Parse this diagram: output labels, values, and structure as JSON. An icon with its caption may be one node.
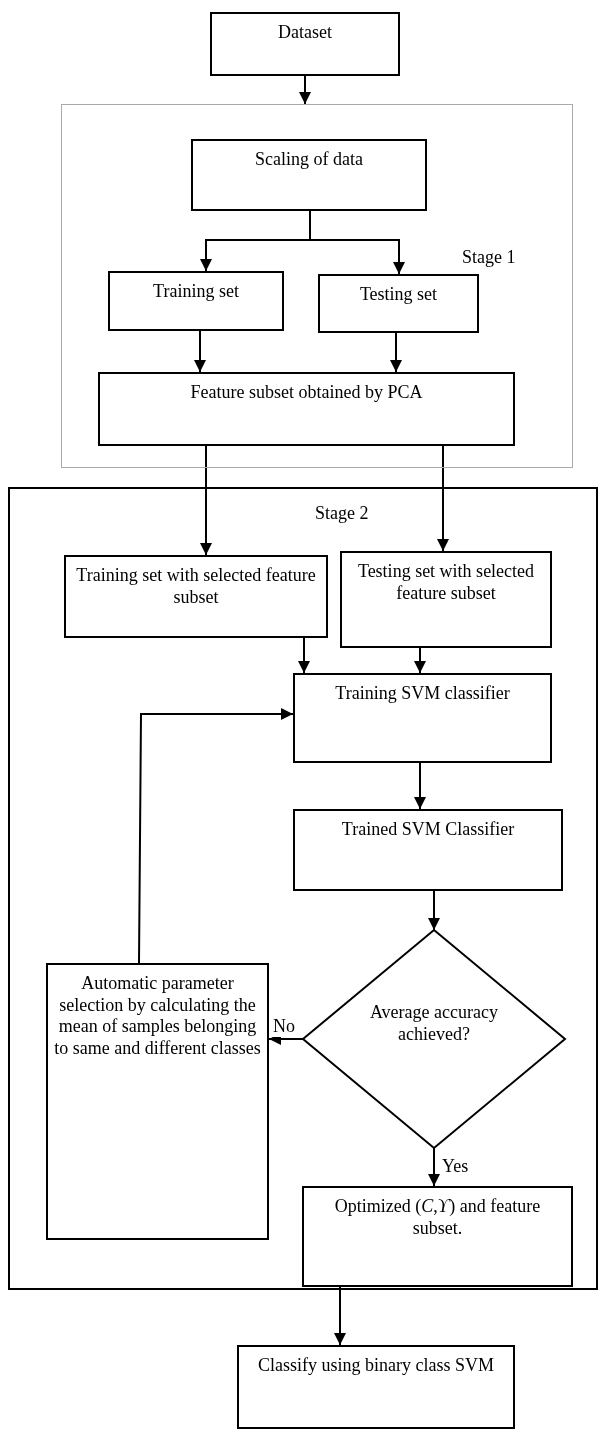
{
  "diagram": {
    "nodes": [
      {
        "text": [
          "Dataset"
        ]
      },
      {
        "text": [
          "Stage 1"
        ]
      },
      {
        "text": [
          "Scaling of data"
        ],
        "in": 1
      },
      {
        "text": [
          "Training set"
        ],
        "in": 1
      },
      {
        "text": [
          "Testing set"
        ],
        "in": 1
      },
      {
        "text": [
          "Feature subset obtained by PCA"
        ],
        "in": 1
      },
      {
        "text": [
          "Stage 2"
        ]
      },
      {
        "text": [
          "Training set with selected feature subset"
        ],
        "in": 6
      },
      {
        "text": [
          "Testing set with selected feature subset"
        ],
        "in": 6
      },
      {
        "text": [
          "Training SVM classifier"
        ],
        "in": 6
      },
      {
        "text": [
          "Trained SVM Classifier"
        ],
        "in": 6
      },
      {
        "text": [
          "Average accuracy achieved?"
        ],
        "in": 6
      },
      {
        "text": [
          "Automatic parameter selection by calculating the mean of samples belonging to same and different classes"
        ],
        "in": 6
      },
      {
        "text": [
          "Optimized (*C*,*ϒ*) and feature subset."
        ],
        "in": 6
      },
      {
        "text": [
          "Classify using binary class SVM"
        ]
      }
    ],
    "edges": [
      {
        "from": 0,
        "to": 1,
        "arrow": "to"
      },
      {
        "from": 2,
        "to": 3,
        "arrow": "to"
      },
      {
        "from": 2,
        "to": 4,
        "arrow": "to"
      },
      {
        "from": 3,
        "to": 5,
        "arrow": "to"
      },
      {
        "from": 4,
        "to": 5,
        "arrow": "to"
      },
      {
        "from": 5,
        "to": 7,
        "arrow": "to"
      },
      {
        "from": 5,
        "to": 8,
        "arrow": "to"
      },
      {
        "from": 7,
        "to": 9,
        "arrow": "to"
      },
      {
        "from": 8,
        "to": 9,
        "arrow": "to"
      },
      {
        "from": 9,
        "to": 10,
        "arrow": "to"
      },
      {
        "from": 10,
        "to": 11,
        "arrow": "to"
      },
      {
        "from": 11,
        "to": 12,
        "arrow": "to",
        "label": "No"
      },
      {
        "from": 11,
        "to": 13,
        "arrow": "to",
        "label": "Yes"
      },
      {
        "from": 12,
        "to": 9,
        "arrow": "to"
      },
      {
        "from": 13,
        "to": 14,
        "arrow": "to"
      }
    ]
  }
}
